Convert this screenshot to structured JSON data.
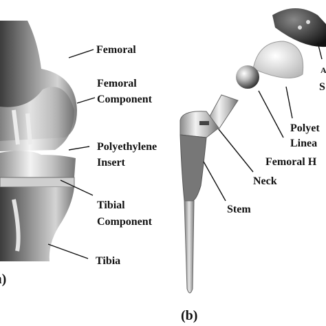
{
  "panel_a": {
    "letter": "(a)",
    "labels": {
      "femoral": "Femoral",
      "femoral_component_1": "Femoral",
      "femoral_component_2": "Component",
      "polyethylene_insert_1": "Polyethylene",
      "polyethylene_insert_2": "Insert",
      "tibial_component_1": "Tibial",
      "tibial_component_2": "Component",
      "tibia": "Tibia"
    }
  },
  "panel_b": {
    "letter": "(b)",
    "labels": {
      "acetabular_shell_1": "A",
      "acetabular_shell_2": "S",
      "polyethylene_liner_1": "Polyet",
      "polyethylene_liner_2": "Linea",
      "femoral_head": "Femoral H",
      "neck": "Neck",
      "stem": "Stem"
    }
  },
  "colors": {
    "text": "#111111",
    "bone_dark": "#4a4a4a",
    "bone_light": "#d9d9d9",
    "metal": "#c8c8c8",
    "metal_dark": "#6b6b6b"
  }
}
